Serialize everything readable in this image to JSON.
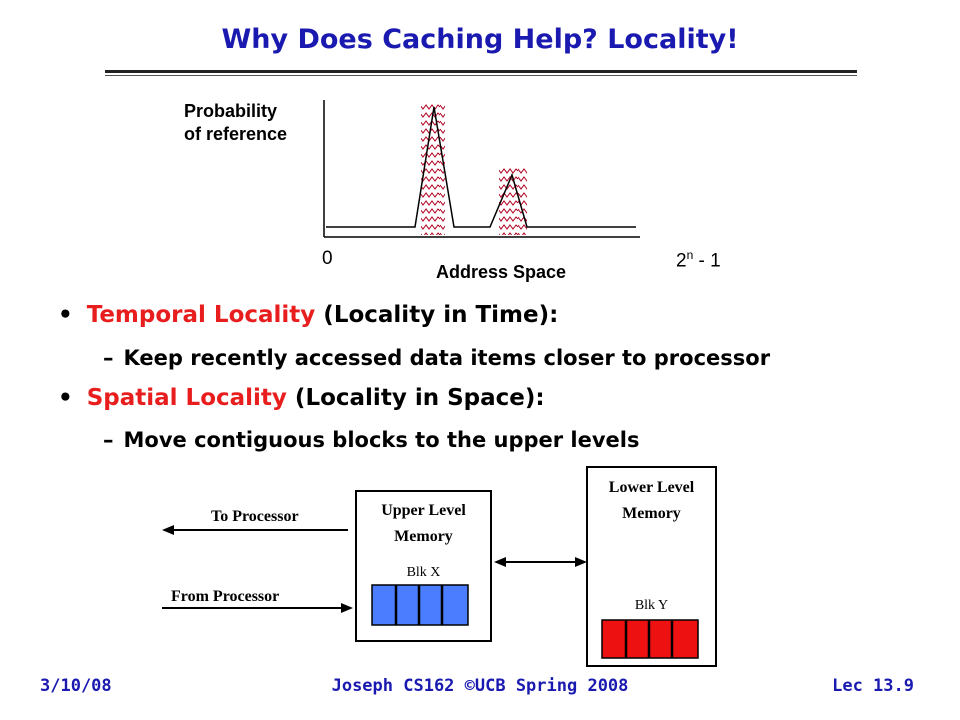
{
  "slide": {
    "title": "Why Does Caching Help? Locality!"
  },
  "graph": {
    "ylabel_line1": "Probability",
    "ylabel_line2": "of reference",
    "x_start": "0",
    "x_end_base": "2",
    "x_end_sup": "n",
    "x_end_suffix": " - 1",
    "xlabel": "Address Space",
    "peak_color": "#b00020"
  },
  "bullets": [
    {
      "highlight": "Temporal Locality",
      "rest": " (Locality in Time):",
      "sub": "Keep recently accessed data items closer to processor"
    },
    {
      "highlight": "Spatial Locality",
      "rest": " (Locality in Space):",
      "sub": "Move contiguous blocks to the upper levels"
    }
  ],
  "bullet_marker": "•",
  "sub_marker": "–",
  "diagram": {
    "to_processor": "To Processor",
    "from_processor": "From Processor",
    "upper_line1": "Upper Level",
    "upper_line2": "Memory",
    "blk_x": "Blk X",
    "lower_line1": "Lower Level",
    "lower_line2": "Memory",
    "blk_y": "Blk Y",
    "blk_x_color": "#4a7dff",
    "blk_y_color": "#ee1111"
  },
  "footer": {
    "date": "3/10/08",
    "course": "Joseph CS162 ©UCB Spring 2008",
    "lecture": "Lec 13.9"
  }
}
